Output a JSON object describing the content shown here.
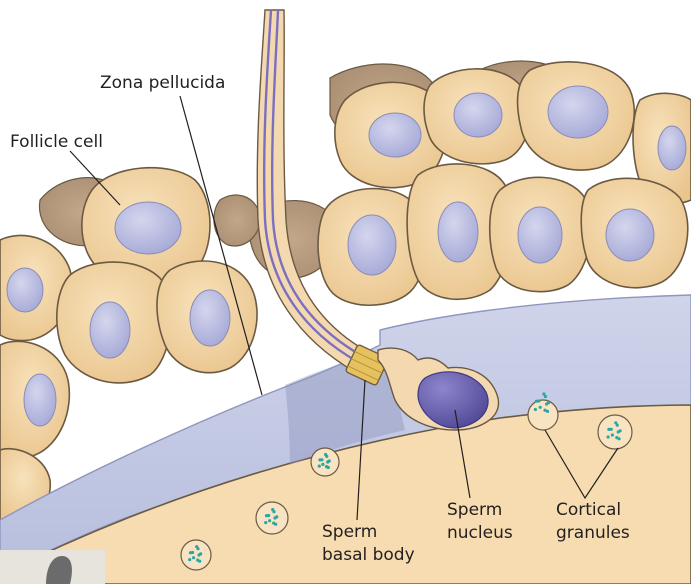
{
  "labels": {
    "zona_pellucida": "Zona pellucida",
    "follicle_cell": "Follicle cell",
    "sperm_basal_body": [
      "Sperm",
      "basal body"
    ],
    "sperm_nucleus": [
      "Sperm",
      "nucleus"
    ],
    "cortical_granules": [
      "Cortical",
      "granules"
    ]
  },
  "colors": {
    "cell_fill": "#f2d3a2",
    "cell_outline": "#6b5a43",
    "cell_nucleus": "#b9bbdf",
    "background_cells": "#b69c82",
    "zona_fill": "#c3c9e3",
    "egg_cytoplasm": "#f6dcb0",
    "sperm_nucleus": "#6c64b0",
    "basal_body": "#e5c25d",
    "granule_dots": "#2aa6a6",
    "leader_line": "#231f20"
  }
}
